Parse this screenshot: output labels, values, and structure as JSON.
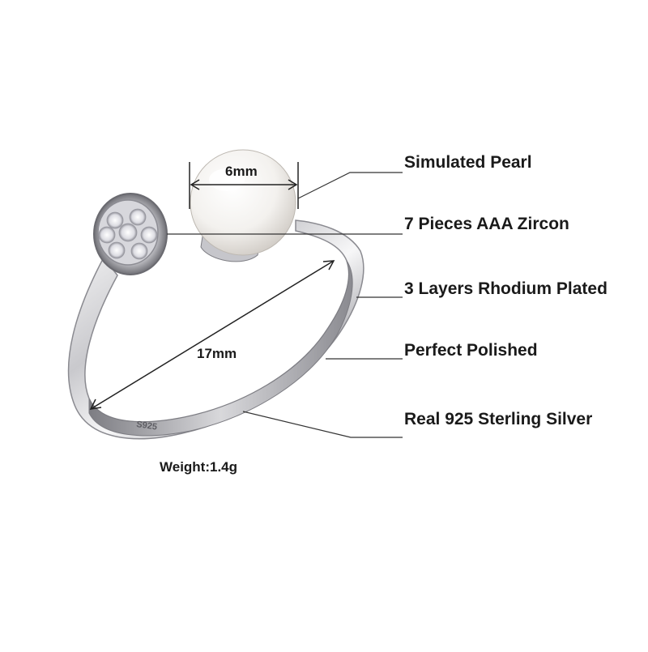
{
  "callouts": [
    {
      "id": "pearl",
      "text": "Simulated Pearl"
    },
    {
      "id": "zircon",
      "text": "7 Pieces AAA Zircon"
    },
    {
      "id": "rhodium",
      "text": "3 Layers Rhodium Plated"
    },
    {
      "id": "polished",
      "text": "Perfect Polished"
    },
    {
      "id": "silver",
      "text": "Real 925 Sterling Silver"
    }
  ],
  "dimensions": {
    "pearl_diameter": "6mm",
    "ring_diameter": "17mm",
    "weight": "Weight:1.4g"
  },
  "stamp": "S925",
  "colors": {
    "text": "#1a1a1a",
    "leader_line": "#333333",
    "silver_light": "#f4f4f6",
    "silver_dark": "#8c8c92",
    "pearl": "#f7f5f2"
  }
}
